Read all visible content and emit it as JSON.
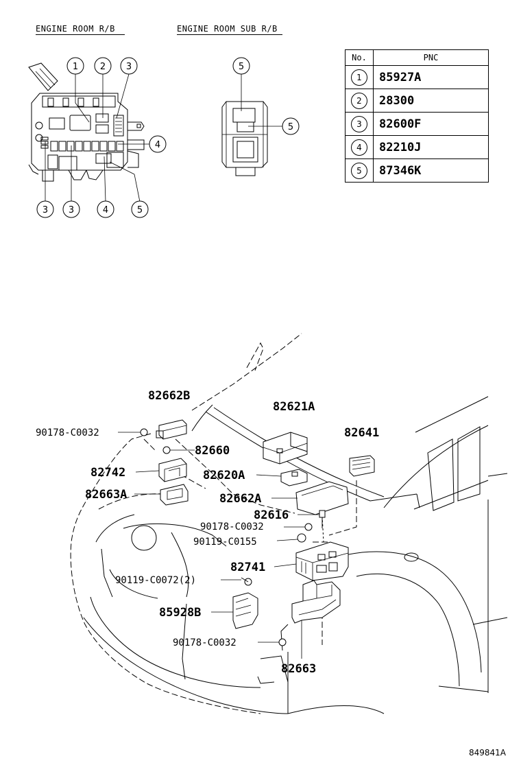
{
  "headers": {
    "engine_room_rb": "ENGINE ROOM R/B",
    "engine_room_sub_rb": "ENGINE ROOM SUB R/B"
  },
  "table": {
    "col_no": "No.",
    "col_pnc": "PNC",
    "rows": [
      {
        "no": "1",
        "pnc": "85927A"
      },
      {
        "no": "2",
        "pnc": "28300"
      },
      {
        "no": "3",
        "pnc": "82600F"
      },
      {
        "no": "4",
        "pnc": "82210J"
      },
      {
        "no": "5",
        "pnc": "87346K"
      }
    ]
  },
  "rb_callouts": {
    "top": [
      "1",
      "2",
      "3"
    ],
    "right": "4",
    "bottom": [
      "3",
      "3",
      "4",
      "5"
    ],
    "sub_top": "5",
    "sub_right": "5"
  },
  "parts": {
    "p82662B": "82662B",
    "p90178_1": "90178-C0032",
    "p82660": "82660",
    "p82742": "82742",
    "p82663A": "82663A",
    "p82621A": "82621A",
    "p82641": "82641",
    "p82620A": "82620A",
    "p82662A": "82662A",
    "p82616": "82616",
    "p90178_2": "90178-C0032",
    "p90119_0155": "90119-C0155",
    "p82741": "82741",
    "p90119_0072": "90119-C0072(2)",
    "p85928B": "85928B",
    "p90178_3": "90178-C0032",
    "p82663": "82663"
  },
  "footer_code": "849841A"
}
